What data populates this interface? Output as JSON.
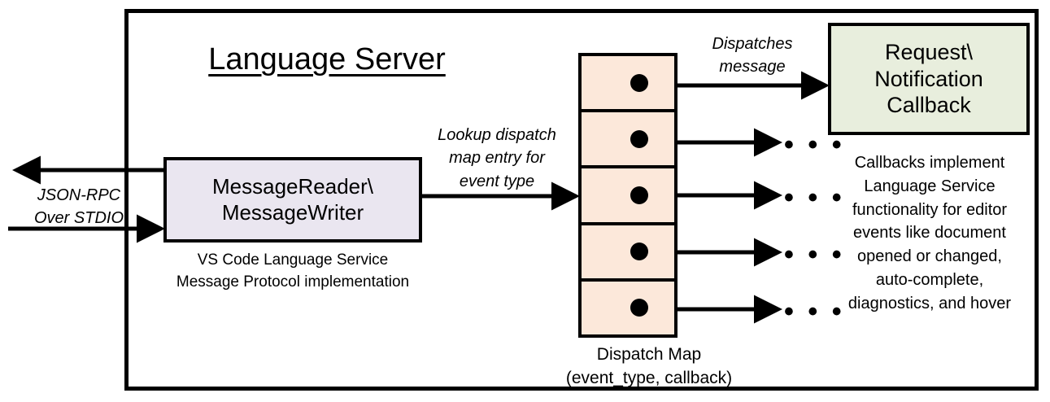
{
  "diagram": {
    "title": "Language Server",
    "frame_name": "language-server-boundary",
    "colors": {
      "message_reader_fill": "#EAE6F0",
      "dispatch_map_fill": "#FCE8DA",
      "callback_fill": "#E8EEDD",
      "stroke": "#000000",
      "background": "#FFFFFF"
    }
  },
  "nodes": {
    "message_reader": {
      "label": "MessageReader\\\nMessageWriter",
      "caption": "VS Code Language Service\nMessage Protocol implementation"
    },
    "dispatch_map": {
      "caption": "Dispatch Map\n(event_type, callback)",
      "row_count": 5,
      "rows": [
        {
          "dot": "callback-entry-dot"
        },
        {
          "dot": "callback-entry-dot"
        },
        {
          "dot": "callback-entry-dot"
        },
        {
          "dot": "callback-entry-dot"
        },
        {
          "dot": "callback-entry-dot"
        }
      ]
    },
    "callback": {
      "label": "Request\\\nNotification\nCallback",
      "caption": "Callbacks implement\nLanguage Service\nfunctionality for editor\nevents like document\nopened or changed,\nauto-complete,\ndiagnostics, and hover"
    }
  },
  "edges": {
    "jsonrpc": {
      "label": "JSON-RPC\nOver STDIO",
      "direction": "bidirectional"
    },
    "lookup": {
      "label": "Lookup dispatch\nmap entry for\nevent type",
      "direction": "right"
    },
    "dispatches": {
      "label": "Dispatches\nmessage",
      "direction": "right"
    }
  },
  "ellipses": {
    "glyph": "• • •",
    "count": 4
  }
}
